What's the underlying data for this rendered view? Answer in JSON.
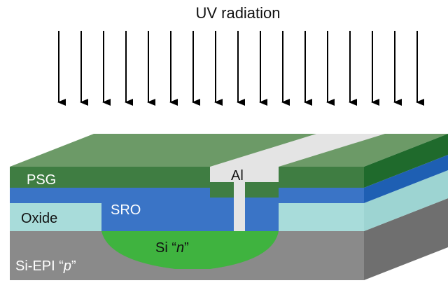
{
  "title": "UV radiation",
  "labels": {
    "psg": "PSG",
    "al": "Al",
    "oxide": "Oxide",
    "sro": "SRO",
    "si_n_prefix": "Si “",
    "si_n_italic": "n",
    "si_n_suffix": "”",
    "si_epi_prefix": "Si-EPI “",
    "si_epi_italic": "p",
    "si_epi_suffix": "”"
  },
  "colors": {
    "psg_front": "#3f7d42",
    "psg_top": "#6c9a67",
    "psg_side": "#1f6a2c",
    "sro_front": "#3a74c6",
    "sro_side": "#1e5fb3",
    "oxide_front": "#a8dcda",
    "oxide_side": "#9dd4d2",
    "substrate_front": "#8a8a8a",
    "substrate_side": "#6f6f6f",
    "si_n_well": "#3fb33f",
    "al_metal": "#e4e4e4",
    "arrow": "#000000"
  }
}
